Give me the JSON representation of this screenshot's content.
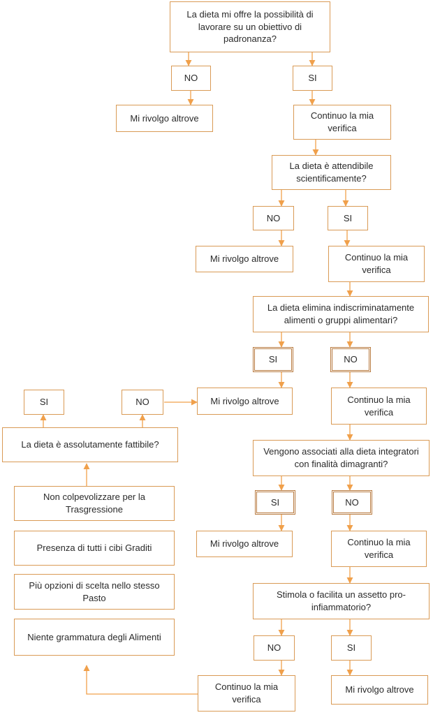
{
  "nodes": {
    "q1": "La dieta mi offre la possibilità di lavorare su un obiettivo di padronanza?",
    "q1_no": "NO",
    "q1_si": "SI",
    "q1_out": "Mi rivolgo altrove",
    "q1_cont": "Continuo la mia verifica",
    "q2": "La dieta è attendibile scientificamente?",
    "q2_no": "NO",
    "q2_si": "SI",
    "q2_out": "Mi rivolgo altrove",
    "q2_cont": "Continuo la mia verifica",
    "q3": "La dieta elimina indiscriminatamente alimenti o gruppi alimentari?",
    "q3_si": "SI",
    "q3_no": "NO",
    "q3_out": "Mi rivolgo altrove",
    "q3_cont": "Continuo la mia verifica",
    "q4": "Vengono associati alla dieta integratori con finalità dimagranti?",
    "q4_si": "SI",
    "q4_no": "NO",
    "q4_out": "Mi rivolgo altrove",
    "q4_cont": "Continuo la mia verifica",
    "q5": "Stimola o facilita un assetto pro-infiammatorio?",
    "q5_no": "NO",
    "q5_si": "SI",
    "q5_cont": "Continuo la mia verifica",
    "q5_out": "Mi rivolgo altrove",
    "crit1": "Niente grammatura degli Alimenti",
    "crit2": "Più opzioni di scelta nello stesso Pasto",
    "crit3": "Presenza di tutti i cibi Graditi",
    "crit4": "Non colpevolizzare per la Trasgressione",
    "q6": "La dieta è assolutamente fattibile?",
    "q6_si": "SI",
    "q6_no": "NO"
  },
  "colors": {
    "arrow": "#f0a04b",
    "border": "#d99a55"
  }
}
